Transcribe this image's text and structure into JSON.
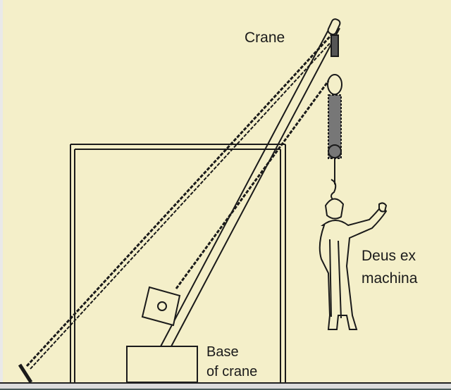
{
  "labels": {
    "crane": "Crane",
    "deus_line1": "Deus ex",
    "deus_line2": "machina",
    "base_line1": "Base",
    "base_line2": "of crane"
  },
  "colors": {
    "background": "#f4efc9",
    "ink": "#1a1a1a"
  }
}
